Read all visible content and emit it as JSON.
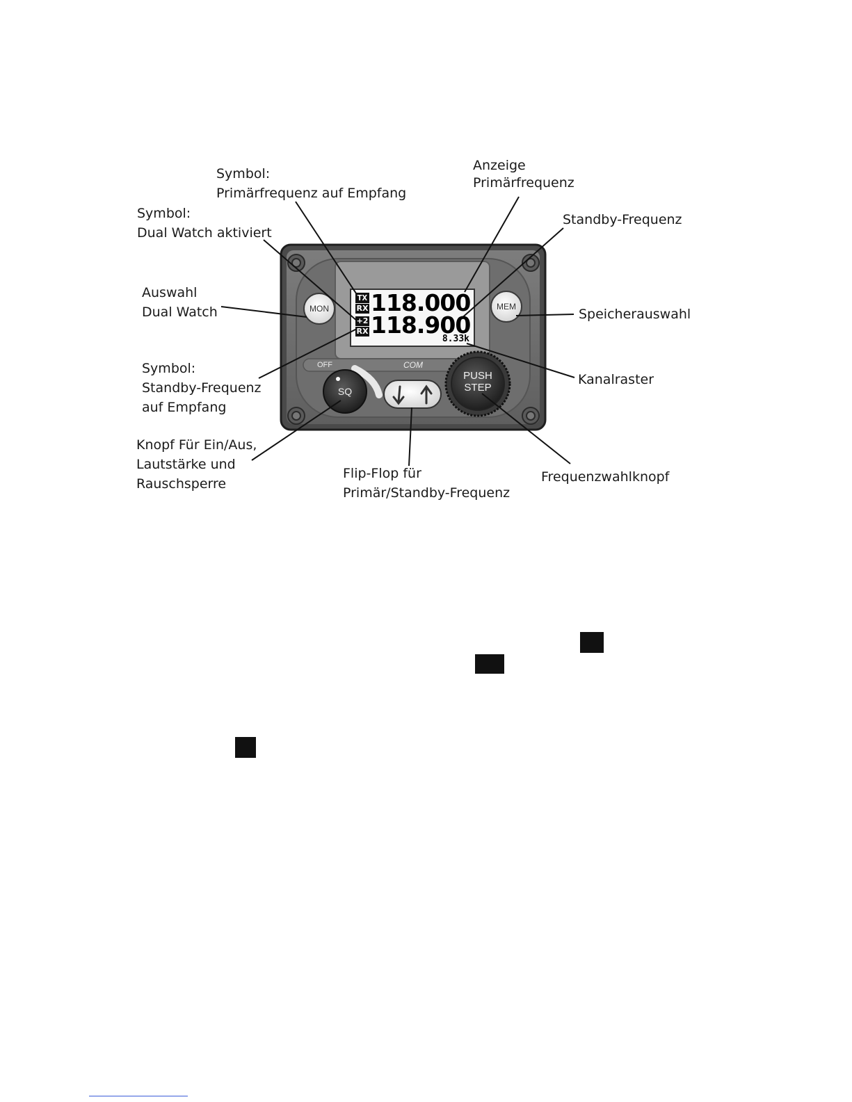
{
  "device": {
    "display": {
      "primary_frequency": "118.000",
      "standby_frequency": "118.900",
      "channel_spacing": "8.33k",
      "tx_badge": "TX",
      "rx_badge_primary": "RX",
      "dual_badge": "+2",
      "rx_badge_standby": "RX"
    },
    "buttons": {
      "mon": "MON",
      "mem": "MEM",
      "sq": "SQ",
      "push": "PUSH",
      "step": "STEP"
    },
    "bezel": {
      "off": "OFF",
      "com": "COM"
    }
  },
  "labels": {
    "symbol_rx_primary": [
      "Symbol:",
      "Primärfrequenz auf Empfang"
    ],
    "symbol_dual_watch": [
      "Symbol:",
      "Dual Watch aktiviert"
    ],
    "select_dual_watch": [
      "Auswahl",
      "Dual Watch"
    ],
    "symbol_standby_rx": [
      "Symbol:",
      "Standby-Frequenz",
      "auf Empfang"
    ],
    "knob_power": [
      "Knopf Für Ein/Aus,",
      "Lautstärke und",
      "Rauschsperre"
    ],
    "display_primary": [
      "Anzeige",
      "Primärfrequenz"
    ],
    "standby_frequency": [
      "Standby-Frequenz"
    ],
    "memory_select": [
      "Speicherauswahl"
    ],
    "channel_spacing": [
      "Kanalraster"
    ],
    "frequency_knob": [
      "Frequenzwahlknopf"
    ],
    "flip_flop": [
      "Flip-Flop für",
      "Primär/Standby-Frequenz"
    ]
  }
}
